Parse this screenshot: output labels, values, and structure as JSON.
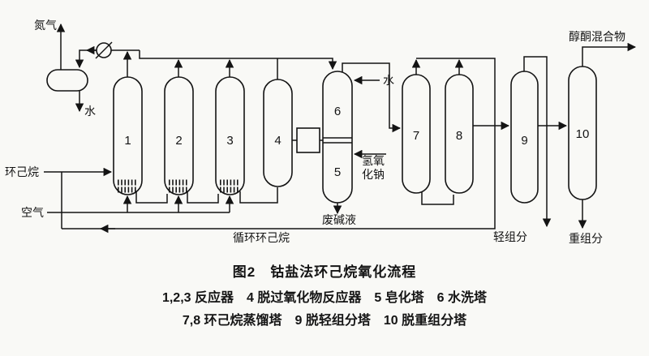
{
  "figure": {
    "caption": "图2　钴盐法环己烷氧化流程",
    "legend_line1": "1,2,3 反应器　4 脱过氧化物反应器　5 皂化塔　6 水洗塔",
    "legend_line2": "7,8 环己烷蒸馏塔　9 脱轻组分塔　10 脱重组分塔"
  },
  "labels": {
    "nitrogen": "氮气",
    "water_left": "水",
    "cyclohexane": "环己烷",
    "air": "空气",
    "water_right": "水",
    "naoh_line1": "氢氧",
    "naoh_line2": "化钠",
    "waste_alkali": "废碱液",
    "recycle_cyclohexane": "循环环己烷",
    "light_fraction": "轻组分",
    "heavy_fraction": "重组分",
    "product": "醇酮混合物"
  },
  "vessel_numbers": {
    "v1": "1",
    "v2": "2",
    "v3": "3",
    "v4": "4",
    "v5": "5",
    "v6": "6",
    "v7": "7",
    "v8": "8",
    "v9": "9",
    "v10": "10"
  }
}
